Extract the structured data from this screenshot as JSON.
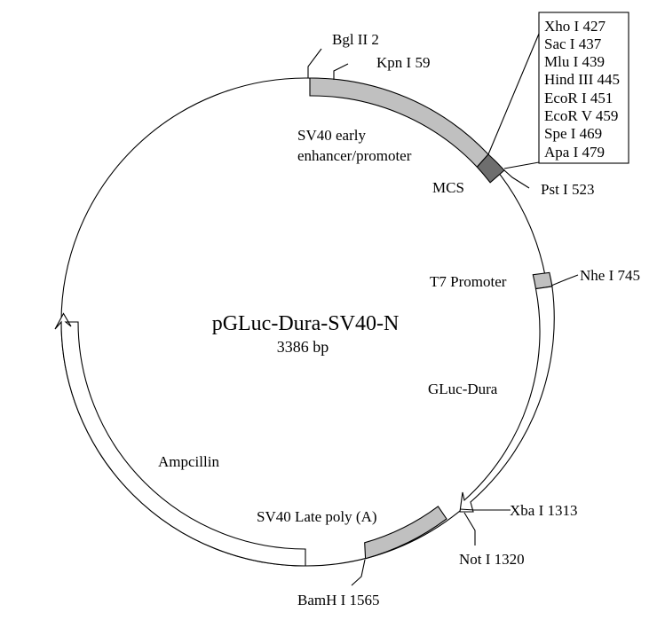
{
  "plasmid": {
    "name": "pGLuc-Dura-SV40-N",
    "size": "3386 bp"
  },
  "features": {
    "sv40_early": [
      "SV40 early",
      "enhancer/promoter"
    ],
    "mcs": "MCS",
    "t7": "T7 Promoter",
    "gluc": "GLuc-Dura",
    "ampicillin": "Ampcillin",
    "sv40_late": "SV40 Late poly (A)"
  },
  "sites": {
    "bgl2": "Bgl II 2",
    "kpn1": "Kpn I 59",
    "pst1": "Pst I 523",
    "nhe1": "Nhe I 745",
    "xba1": "Xba I 1313",
    "not1": "Not I 1320",
    "bamh1": "BamH I 1565"
  },
  "mcs_box": [
    "Xho I 427",
    "Sac I 437",
    "Mlu I 439",
    "Hind III 445",
    "EcoR I 451",
    "EcoR V 459",
    "Spe I 469",
    "Apa I 479"
  ],
  "colors": {
    "feature_fill": "#c0c0c0",
    "mcs_fill": "#6e6e6e",
    "line": "#000000"
  }
}
